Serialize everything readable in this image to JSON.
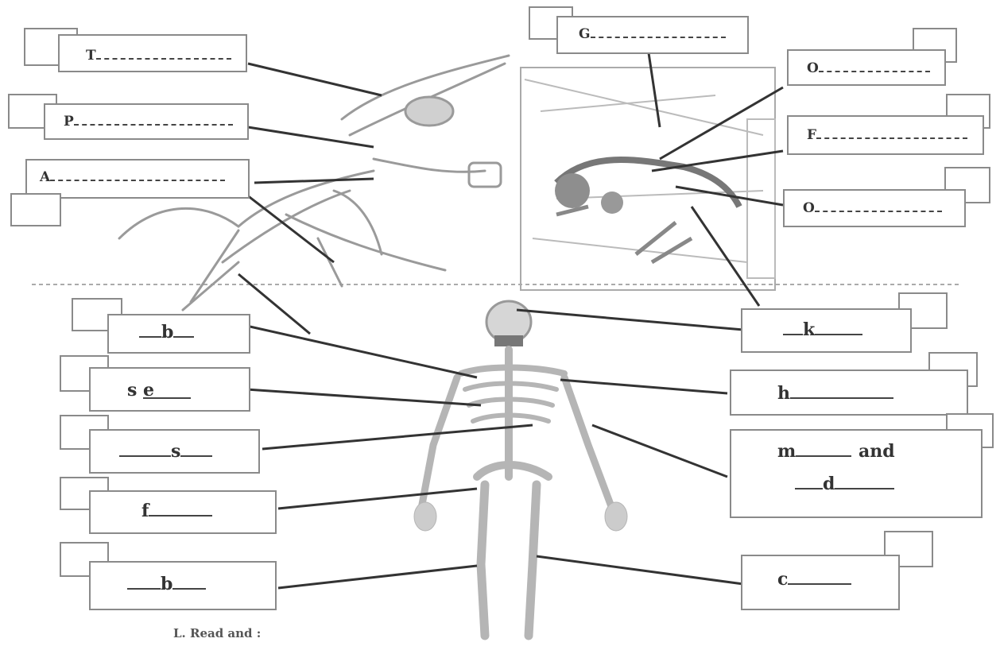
{
  "top_labels": {
    "t": "T",
    "p": "P",
    "a": "A",
    "g": "G",
    "o1": "O",
    "f": "F",
    "o2": "O"
  },
  "bottom_labels": {
    "b1": "b",
    "s_e": "s e",
    "s": "s",
    "f": "f",
    "b2": "b",
    "k": "k",
    "h": "h",
    "m": "m",
    "and": "and",
    "d": "d",
    "c": "c"
  },
  "footer": "L. Read and :",
  "colors": {
    "box_border": "#8a8a8a",
    "line": "#333333",
    "sketch": "#9a9a9a",
    "bone": "#b5b5b5"
  }
}
